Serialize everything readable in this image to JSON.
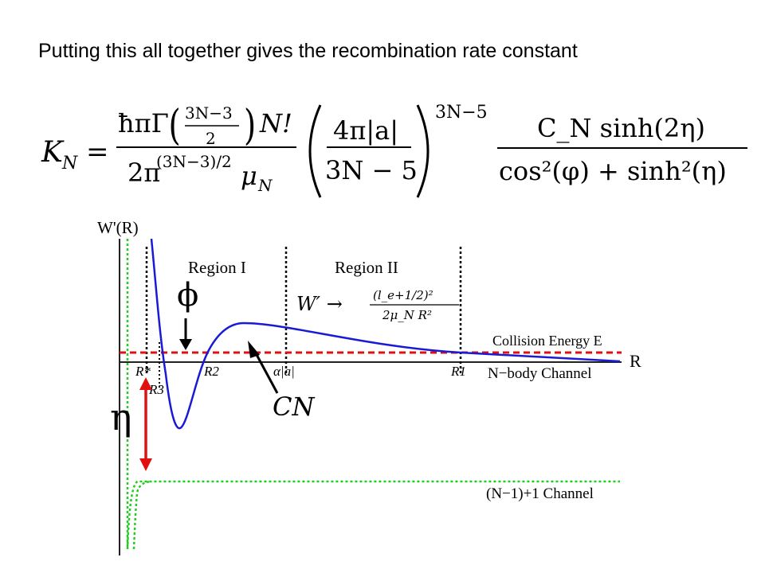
{
  "title": "Putting this all together gives the recombination rate constant",
  "formula": {
    "lhs_symbol": "K",
    "lhs_subscript": "N",
    "equals": "=",
    "factor1_numerator": "ħπΓ",
    "factor1_gamma_arg_num": "3N−3",
    "factor1_gamma_arg_den": "2",
    "factor1_factorial": "N!",
    "factor1_denominator_base": "2π",
    "factor1_denominator_exp": "(3N−3)/2",
    "factor1_denominator_mu": "μ",
    "factor1_denominator_mu_sub": "N",
    "factor2_numerator": "4π|a|",
    "factor2_denominator": "3N − 5",
    "factor2_exponent": "3N−5",
    "factor3_numerator": "C_N sinh(2η)",
    "factor3_denominator": "cos²(φ) + sinh²(η)"
  },
  "diagram": {
    "y_axis_label": "W'(R)",
    "x_axis_label": "R",
    "region1_label": "Region I",
    "region2_label": "Region II",
    "asymptote_formula_lhs": "W′ →",
    "asymptote_formula_num": "(l_e+1/2)²",
    "asymptote_formula_den": "2μ_N R²",
    "collision_energy_label": "Collision Energy E",
    "nbody_channel_label": "N−body Channel",
    "lower_channel_label": "(N−1)+1 Channel",
    "tick_r_star": "R*",
    "tick_r3": "R3",
    "tick_r2": "R2",
    "tick_alpha_a": "α|a|",
    "tick_r1": "R1",
    "phi_symbol": "ϕ",
    "eta_symbol": "η",
    "cn_label": "CN",
    "colors": {
      "potential_curve": "#1a1ad6",
      "collision_energy_line": "#e01010",
      "lower_channel_curve": "#22cc22",
      "eta_arrow": "#e01010",
      "axis": "#222222"
    }
  }
}
